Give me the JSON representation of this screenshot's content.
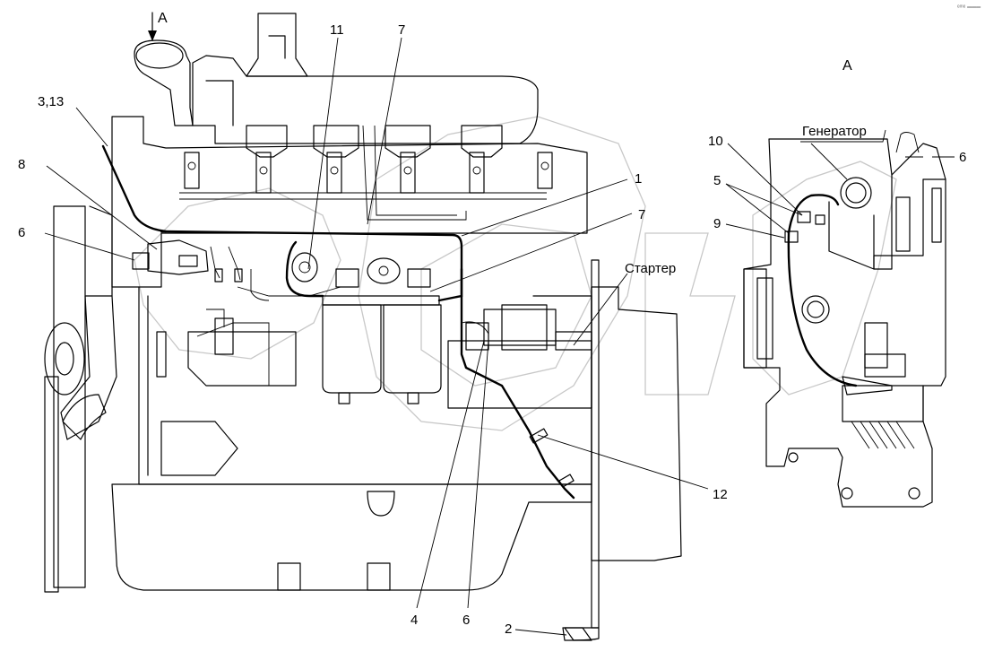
{
  "view_arrow_label": "A",
  "view_title": "A",
  "labels": {
    "l_3_13": "3,13",
    "l_8": "8",
    "l_6_left": "6",
    "l_11": "11",
    "l_7_top": "7",
    "l_1": "1",
    "l_7_mid": "7",
    "l_starter": "Стартер",
    "l_12": "12",
    "l_4": "4",
    "l_6_bottom": "6",
    "l_2": "2",
    "l_generator": "Генератор",
    "l_10": "10",
    "l_5": "5",
    "l_9": "9",
    "l_6_right": "6"
  },
  "corner_mark": "ᵉᵐᵉ ═══"
}
